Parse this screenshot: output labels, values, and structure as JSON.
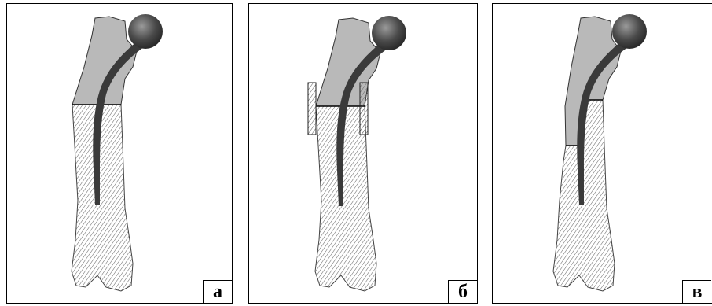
{
  "figure": {
    "panels": [
      {
        "id": "a",
        "label": "а"
      },
      {
        "id": "b",
        "label": "б"
      },
      {
        "id": "c",
        "label": "в"
      }
    ]
  },
  "colors": {
    "prosthesis_fill": "#b9b9b9",
    "stem": "#3a3a3a",
    "head": "#4a4a4a",
    "bone_hatch": "#555555",
    "frame": "#000000"
  }
}
